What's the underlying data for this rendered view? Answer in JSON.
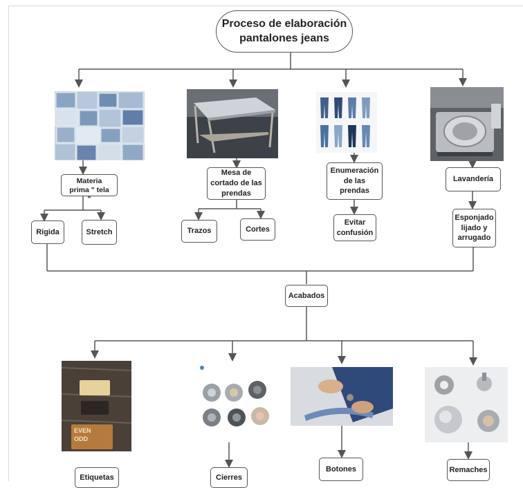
{
  "root": {
    "label": "Proceso de elaboración\npantalones jeans"
  },
  "stage1": {
    "materia": "Materia\nprima \" tela\n\"",
    "mesa": "Mesa de\ncortado de las\nprendas",
    "enumeracion": "Enumeración\nde las\nprendas",
    "lavanderia": "Lavandería"
  },
  "stage2": {
    "rigida": "Rigida",
    "stretch": "Stretch",
    "trazos": "Trazos",
    "cortes": "Cortes",
    "evitar": "Evitar\nconfusión",
    "esponjado": "Esponjado\nlijado y\narrugado"
  },
  "acabados": {
    "label": "Acabados"
  },
  "finishes": {
    "etiquetas": "Etiquetas",
    "cierres": "Cierres",
    "botones": "Botones",
    "remaches": "Remaches"
  },
  "image_text": {
    "label_even": "EVEN",
    "label_odd": "ODD"
  },
  "colors": {
    "line": "#555555",
    "denim": "#5b7fa8",
    "metal": "#8a8f96"
  }
}
